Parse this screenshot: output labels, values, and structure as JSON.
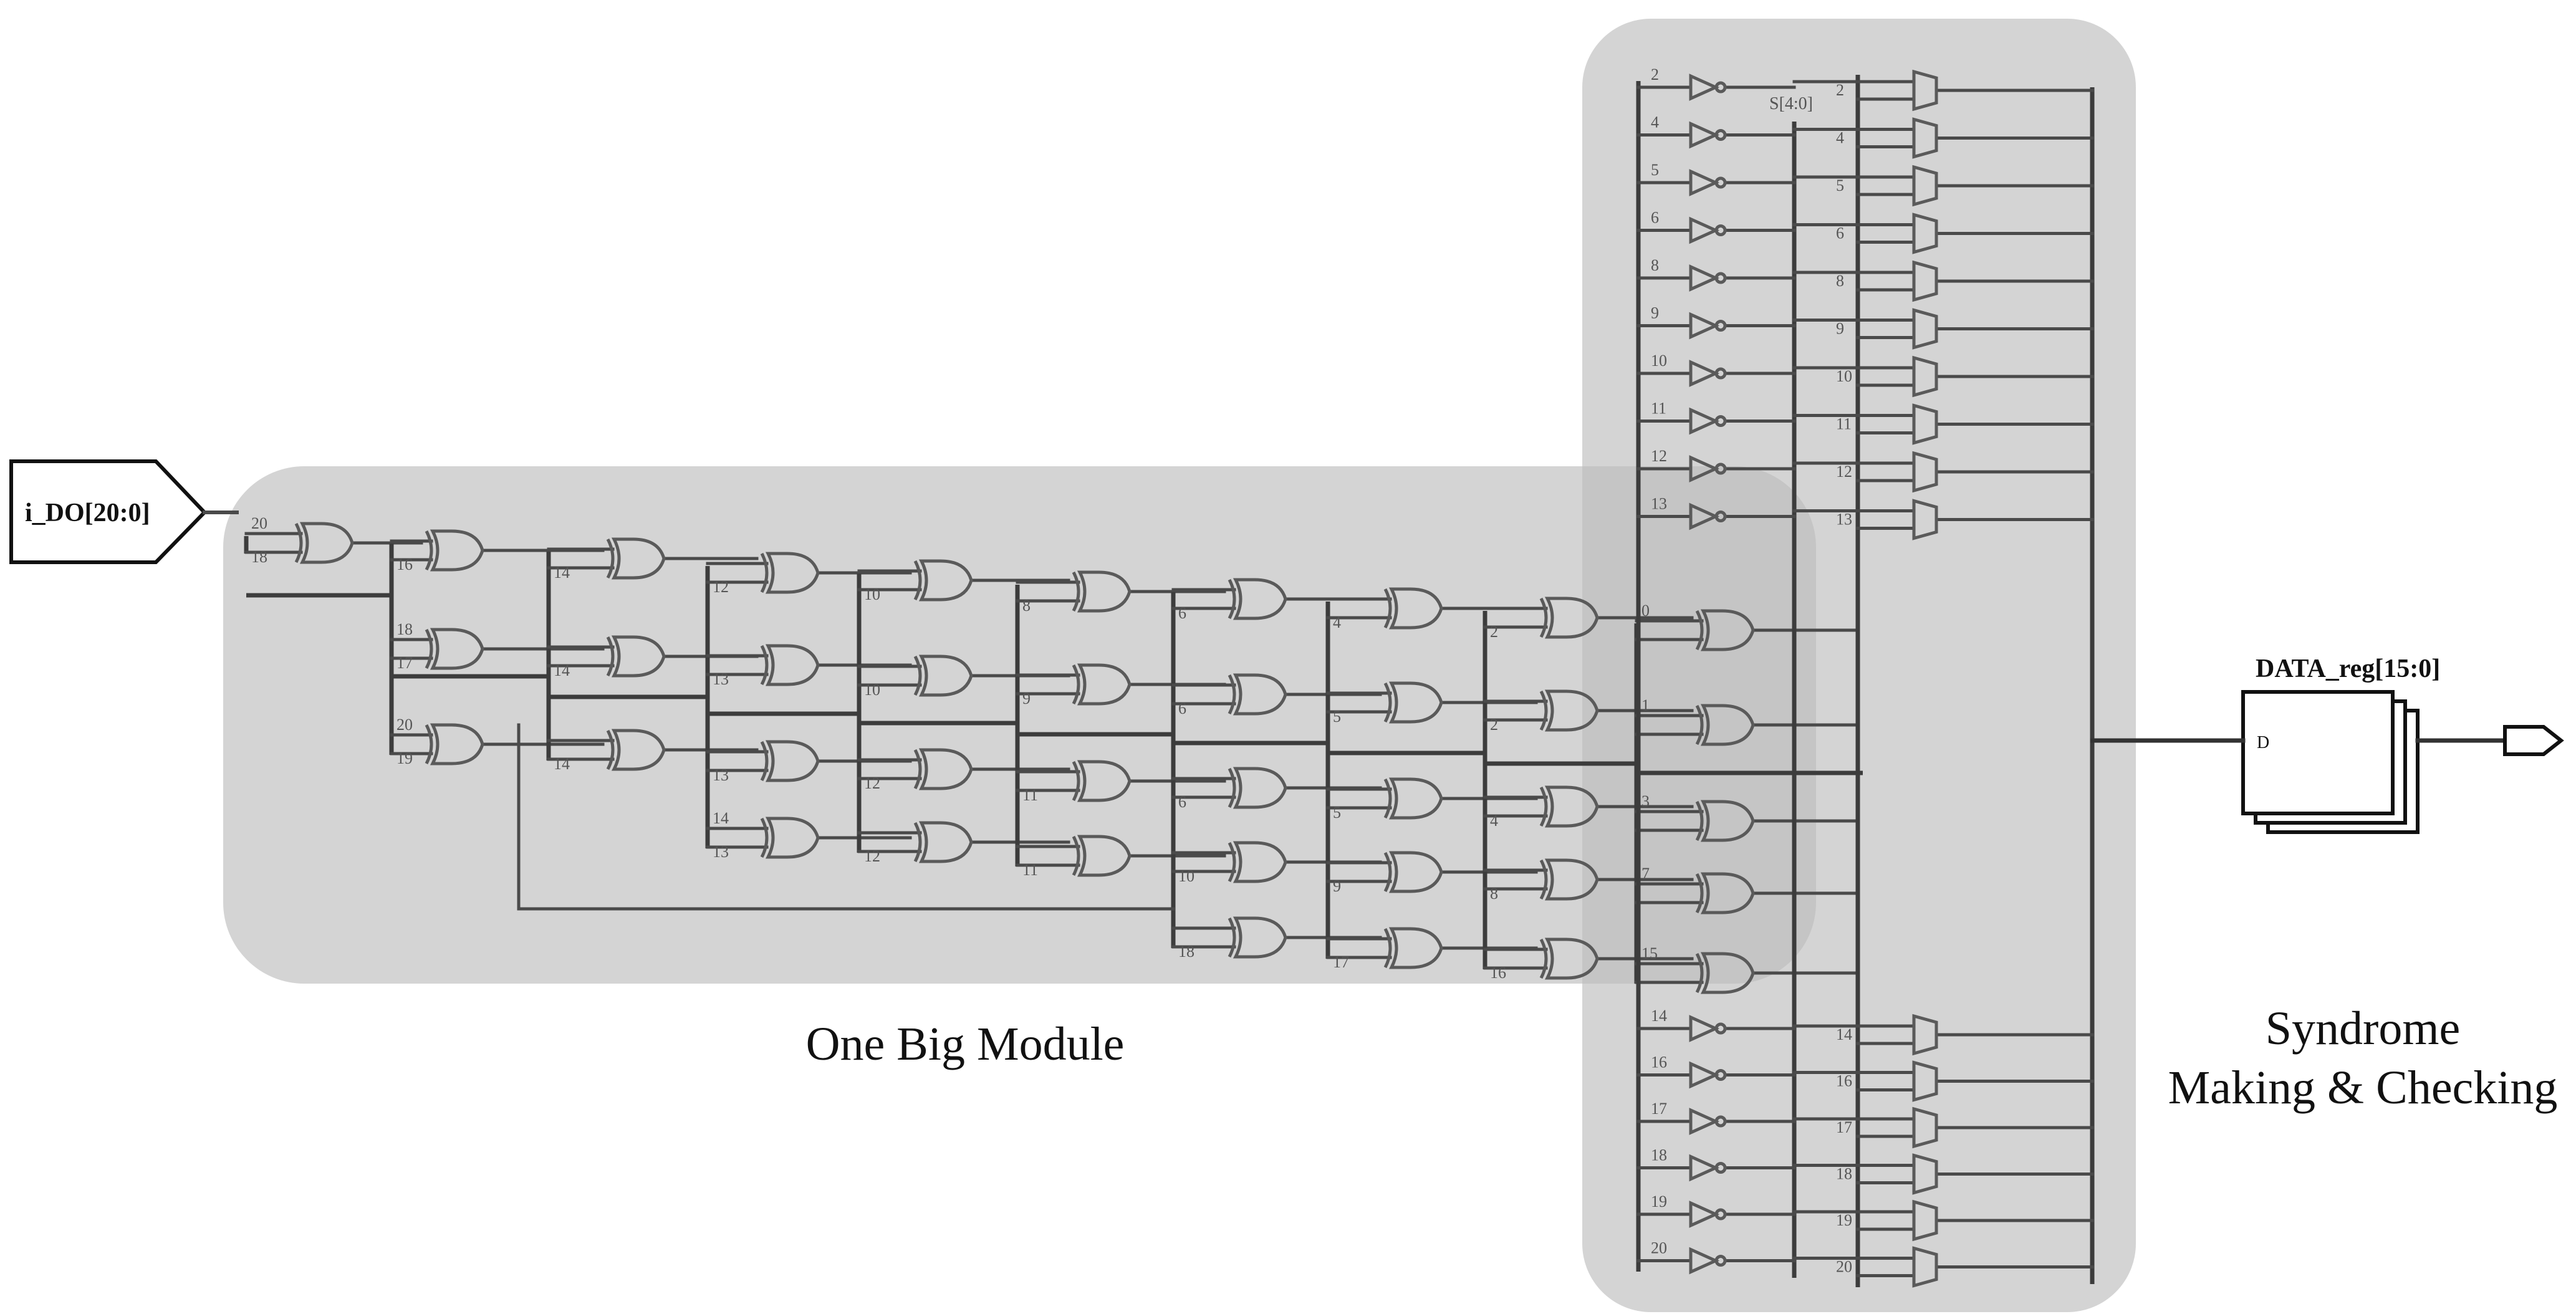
{
  "colors": {
    "background": "#ffffff",
    "region_fill": "#bdbdbd",
    "wire": "#4a4a4a",
    "gate": "#5a5a5a",
    "text": "#111111"
  },
  "input_port": {
    "label": "i_DO[20:0]"
  },
  "register": {
    "label": "DATA_reg[15:0]",
    "pin": "D"
  },
  "regions": {
    "module_label": "One Big Module",
    "syndrome_label_line1": "Syndrome",
    "syndrome_label_line2": "Making & Checking"
  },
  "bus_label": "S[4:0]",
  "xor_tree": {
    "columns": [
      {
        "gates": [
          {
            "a": "20",
            "b": "18"
          }
        ]
      },
      {
        "gates": [
          {
            "a": "",
            "b": "16"
          },
          {
            "a": "18",
            "b": "17"
          },
          {
            "a": "20",
            "b": "19"
          }
        ]
      },
      {
        "gates": [
          {
            "a": "",
            "b": "14"
          },
          {
            "a": "",
            "b": "14"
          },
          {
            "a": "",
            "b": "14"
          }
        ]
      },
      {
        "gates": [
          {
            "a": "",
            "b": "12"
          },
          {
            "a": "",
            "b": "13"
          },
          {
            "a": "",
            "b": "13"
          },
          {
            "a": "14",
            "b": "13"
          }
        ]
      },
      {
        "gates": [
          {
            "a": "",
            "b": "10"
          },
          {
            "a": "",
            "b": "10"
          },
          {
            "a": "",
            "b": "12"
          },
          {
            "a": "",
            "b": "12"
          }
        ]
      },
      {
        "gates": [
          {
            "a": "",
            "b": "8"
          },
          {
            "a": "",
            "b": "9"
          },
          {
            "a": "",
            "b": "11"
          },
          {
            "a": "",
            "b": "11"
          }
        ]
      },
      {
        "gates": [
          {
            "a": "",
            "b": "6"
          },
          {
            "a": "",
            "b": "6"
          },
          {
            "a": "",
            "b": "6"
          },
          {
            "a": "",
            "b": "10"
          },
          {
            "a": "",
            "b": "18"
          }
        ]
      },
      {
        "gates": [
          {
            "a": "",
            "b": "4"
          },
          {
            "a": "",
            "b": "5"
          },
          {
            "a": "",
            "b": "5"
          },
          {
            "a": "",
            "b": "9"
          },
          {
            "a": "",
            "b": "17"
          }
        ]
      },
      {
        "gates": [
          {
            "a": "",
            "b": "2"
          },
          {
            "a": "",
            "b": "2"
          },
          {
            "a": "",
            "b": "4"
          },
          {
            "a": "",
            "b": "8"
          },
          {
            "a": "",
            "b": "16"
          }
        ]
      },
      {
        "gates": [
          {
            "a": "0",
            "b": ""
          },
          {
            "a": "1",
            "b": ""
          },
          {
            "a": "3",
            "b": ""
          },
          {
            "a": "7",
            "b": ""
          },
          {
            "a": "15",
            "b": ""
          }
        ]
      }
    ]
  },
  "inverters_top": [
    "2",
    "4",
    "5",
    "6",
    "8",
    "9",
    "10",
    "11",
    "12",
    "13"
  ],
  "inverters_bottom": [
    "14",
    "16",
    "17",
    "18",
    "19",
    "20"
  ],
  "muxes_top": [
    "2",
    "4",
    "5",
    "6",
    "8",
    "9",
    "10",
    "11",
    "12",
    "13"
  ],
  "muxes_bottom": [
    "14",
    "16",
    "17",
    "18",
    "19",
    "20"
  ]
}
